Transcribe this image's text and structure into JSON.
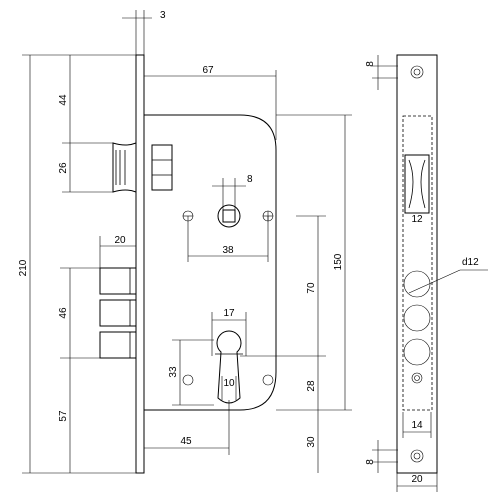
{
  "dimensions": {
    "faceplate_thickness": "3",
    "backset_width": "67",
    "top_to_latch": "44",
    "latch_height": "26",
    "overall_height": "210",
    "follower_square": "8",
    "follower_holes_spacing": "38",
    "bolt_projection": "20",
    "bolts_height": "46",
    "body_height": "150",
    "center_distance": "70",
    "cylinder_width": "17",
    "cylinder_screw_offset": "33",
    "cylinder_cam": "10",
    "lower_offset": "28",
    "bottom_offset": "57",
    "backset": "45",
    "bottom_margin": "30",
    "faceplate_hole_top": "8",
    "faceplate_hole_bottom": "8",
    "latch_window_width": "12",
    "bolt_hole_diameter": "d12",
    "cylinder_window_width": "14",
    "faceplate_width": "20"
  }
}
